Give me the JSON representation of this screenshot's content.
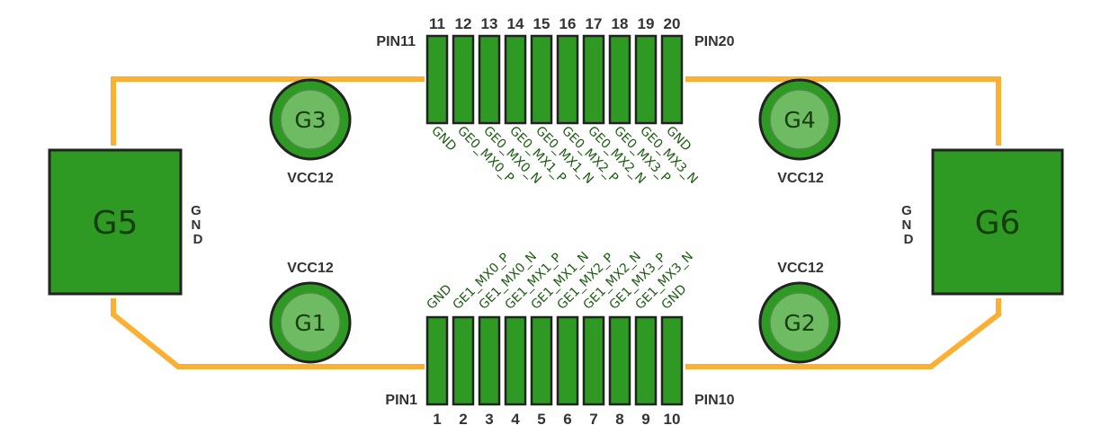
{
  "top_pins": {
    "header_label": "PIN11",
    "end_label": "PIN20",
    "numbers": [
      "11",
      "12",
      "13",
      "14",
      "15",
      "16",
      "17",
      "18",
      "19",
      "20"
    ],
    "signals": [
      "GND",
      "GE0_MX0_P",
      "GE0_MX0_N",
      "GE0_MX1_P",
      "GE0_MX1_N",
      "GE0_MX2_P",
      "GE0_MX2_N",
      "GE0_MX3_P",
      "GE0_MX3_N",
      "GND"
    ]
  },
  "bottom_pins": {
    "header_label": "PIN1",
    "end_label": "PIN10",
    "numbers": [
      "1",
      "2",
      "3",
      "4",
      "5",
      "6",
      "7",
      "8",
      "9",
      "10"
    ],
    "signals": [
      "GND",
      "GE1_MX0_P",
      "GE1_MX0_N",
      "GE1_MX1_P",
      "GE1_MX1_N",
      "GE1_MX2_P",
      "GE1_MX2_N",
      "GE1_MX3_P",
      "GE1_MX3_N",
      "GND"
    ]
  },
  "pads": {
    "g1": {
      "label": "G1",
      "net": "VCC12"
    },
    "g2": {
      "label": "G2",
      "net": "VCC12"
    },
    "g3": {
      "label": "G3",
      "net": "VCC12"
    },
    "g4": {
      "label": "G4",
      "net": "VCC12"
    },
    "g5": {
      "label": "G5",
      "net": "GND"
    },
    "g6": {
      "label": "G6",
      "net": "GND"
    }
  },
  "colors": {
    "pad_green": "#2e9a23",
    "trace_orange": "#fbb034",
    "outline": "#222222",
    "signal_text": "#1d5c12"
  }
}
